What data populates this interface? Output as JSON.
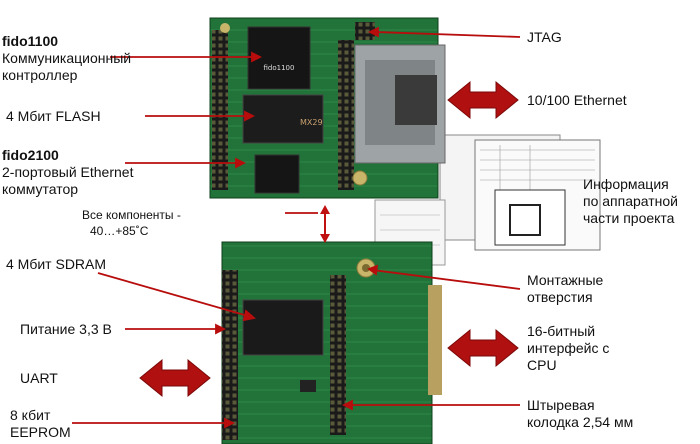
{
  "labels": {
    "fido1100": {
      "title": "fido1100",
      "line1": "Коммуникационный",
      "line2": "контроллер"
    },
    "flash": "4 Мбит FLASH",
    "fido2100": {
      "title": "fido2100",
      "line1": "2-портовый Ethernet",
      "line2": "коммутатор"
    },
    "temp": {
      "line1": "Все компоненты -",
      "line2": "40…+85˚C"
    },
    "sdram": "4 Мбит SDRAM",
    "power": "Питание 3,3 В",
    "uart": "UART",
    "eeprom": {
      "line1": "8 кбит",
      "line2": "EEPROM"
    },
    "jtag": "JTAG",
    "ethernet": "10/100 Ethernet",
    "hwinfo": {
      "line1": "Информация",
      "line2": "по аппаратной",
      "line3": "части проекта"
    },
    "mount": {
      "line1": "Монтажные",
      "line2": "отверстия"
    },
    "cpu": {
      "line1": "16-битный",
      "line2": "интерфейс с",
      "line3": "CPU"
    },
    "header": {
      "line1": "Штыревая",
      "line2": "колодка 2,54 мм"
    }
  },
  "chip_marks": {
    "fido1100": "fido1100",
    "flash": "MX29"
  },
  "colors": {
    "pcb": "#1f6b2e",
    "pcb_dark": "#15501f",
    "arrow": "#b01010",
    "pointer": "#b80d0d",
    "rj45": "#9ea3a6"
  }
}
